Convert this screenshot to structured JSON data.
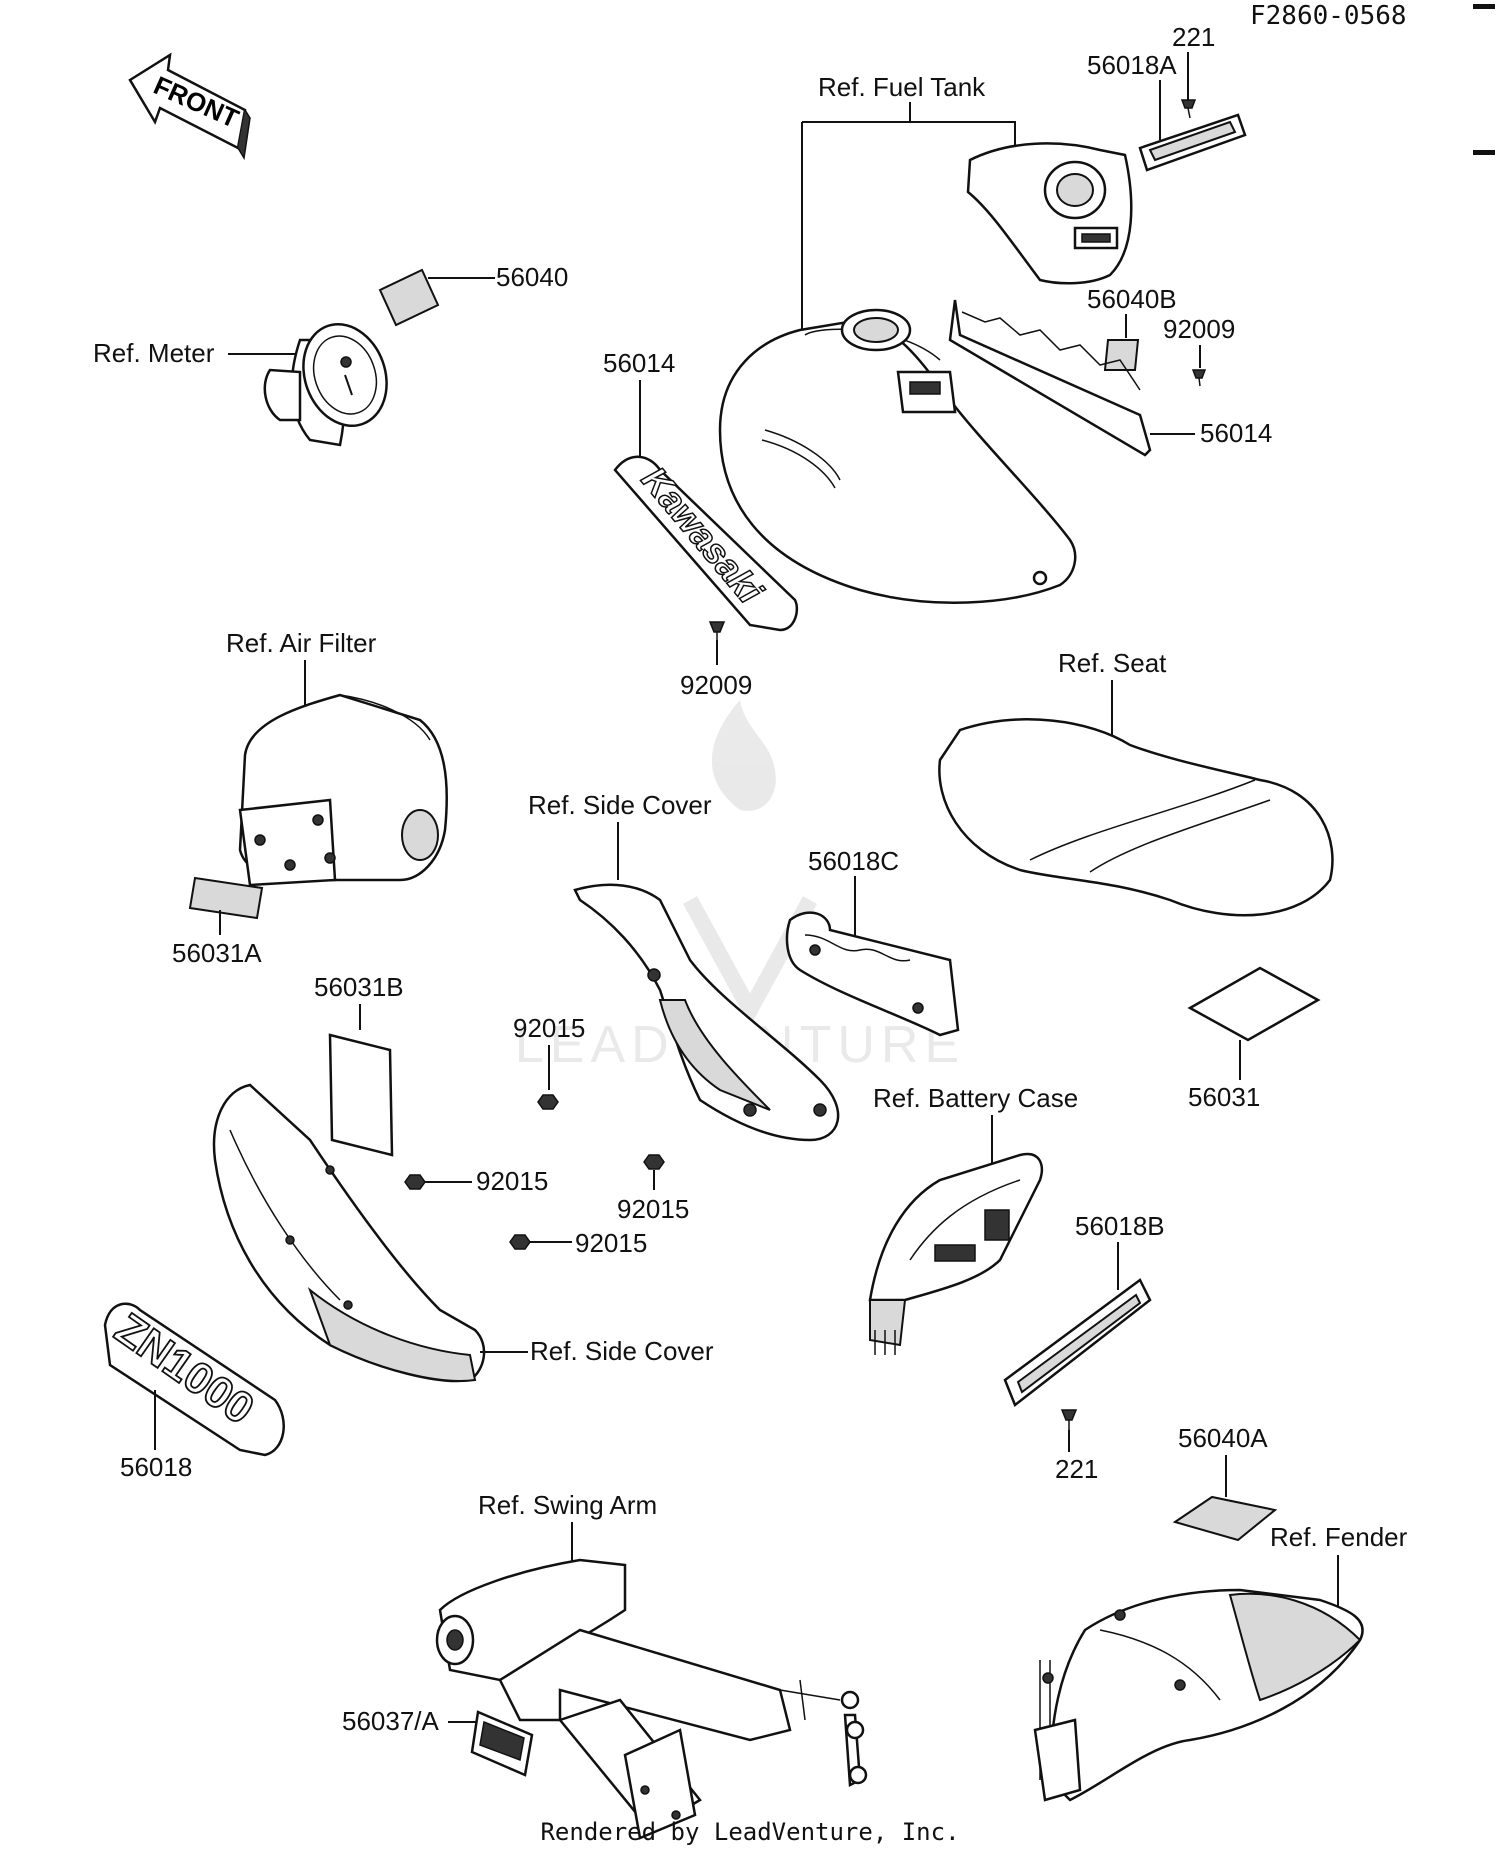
{
  "diagram_id": "F2860-0568",
  "front_arrow": "FRONT",
  "footer": "Rendered by LeadVenture, Inc.",
  "watermark": "LEADVENTURE",
  "labels": {
    "ref_fuel_tank": "Ref. Fuel Tank",
    "ref_meter": "Ref. Meter",
    "ref_air_filter": "Ref. Air Filter",
    "ref_seat": "Ref. Seat",
    "ref_side_cover_top": "Ref. Side Cover",
    "ref_side_cover_bottom": "Ref. Side Cover",
    "ref_battery_case": "Ref. Battery Case",
    "ref_swing_arm": "Ref. Swing Arm",
    "ref_fender": "Ref. Fender"
  },
  "parts": {
    "p221_top": "221",
    "p56018A": "56018A",
    "p56040": "56040",
    "p56014_left": "56014",
    "p56040B": "56040B",
    "p92009_right": "92009",
    "p56014_right": "56014",
    "p92009_left": "92009",
    "p56018C": "56018C",
    "p56031A": "56031A",
    "p56031B": "56031B",
    "p92015_a": "92015",
    "p92015_b": "92015",
    "p92015_c": "92015",
    "p92015_d": "92015",
    "p56031": "56031",
    "p56018B": "56018B",
    "p56018": "56018",
    "p221_bottom": "221",
    "p56040A": "56040A",
    "p56037": "56037/A"
  },
  "emblem_text": {
    "kawasaki": "Kawasaki",
    "zn1000": "ZN1000"
  }
}
